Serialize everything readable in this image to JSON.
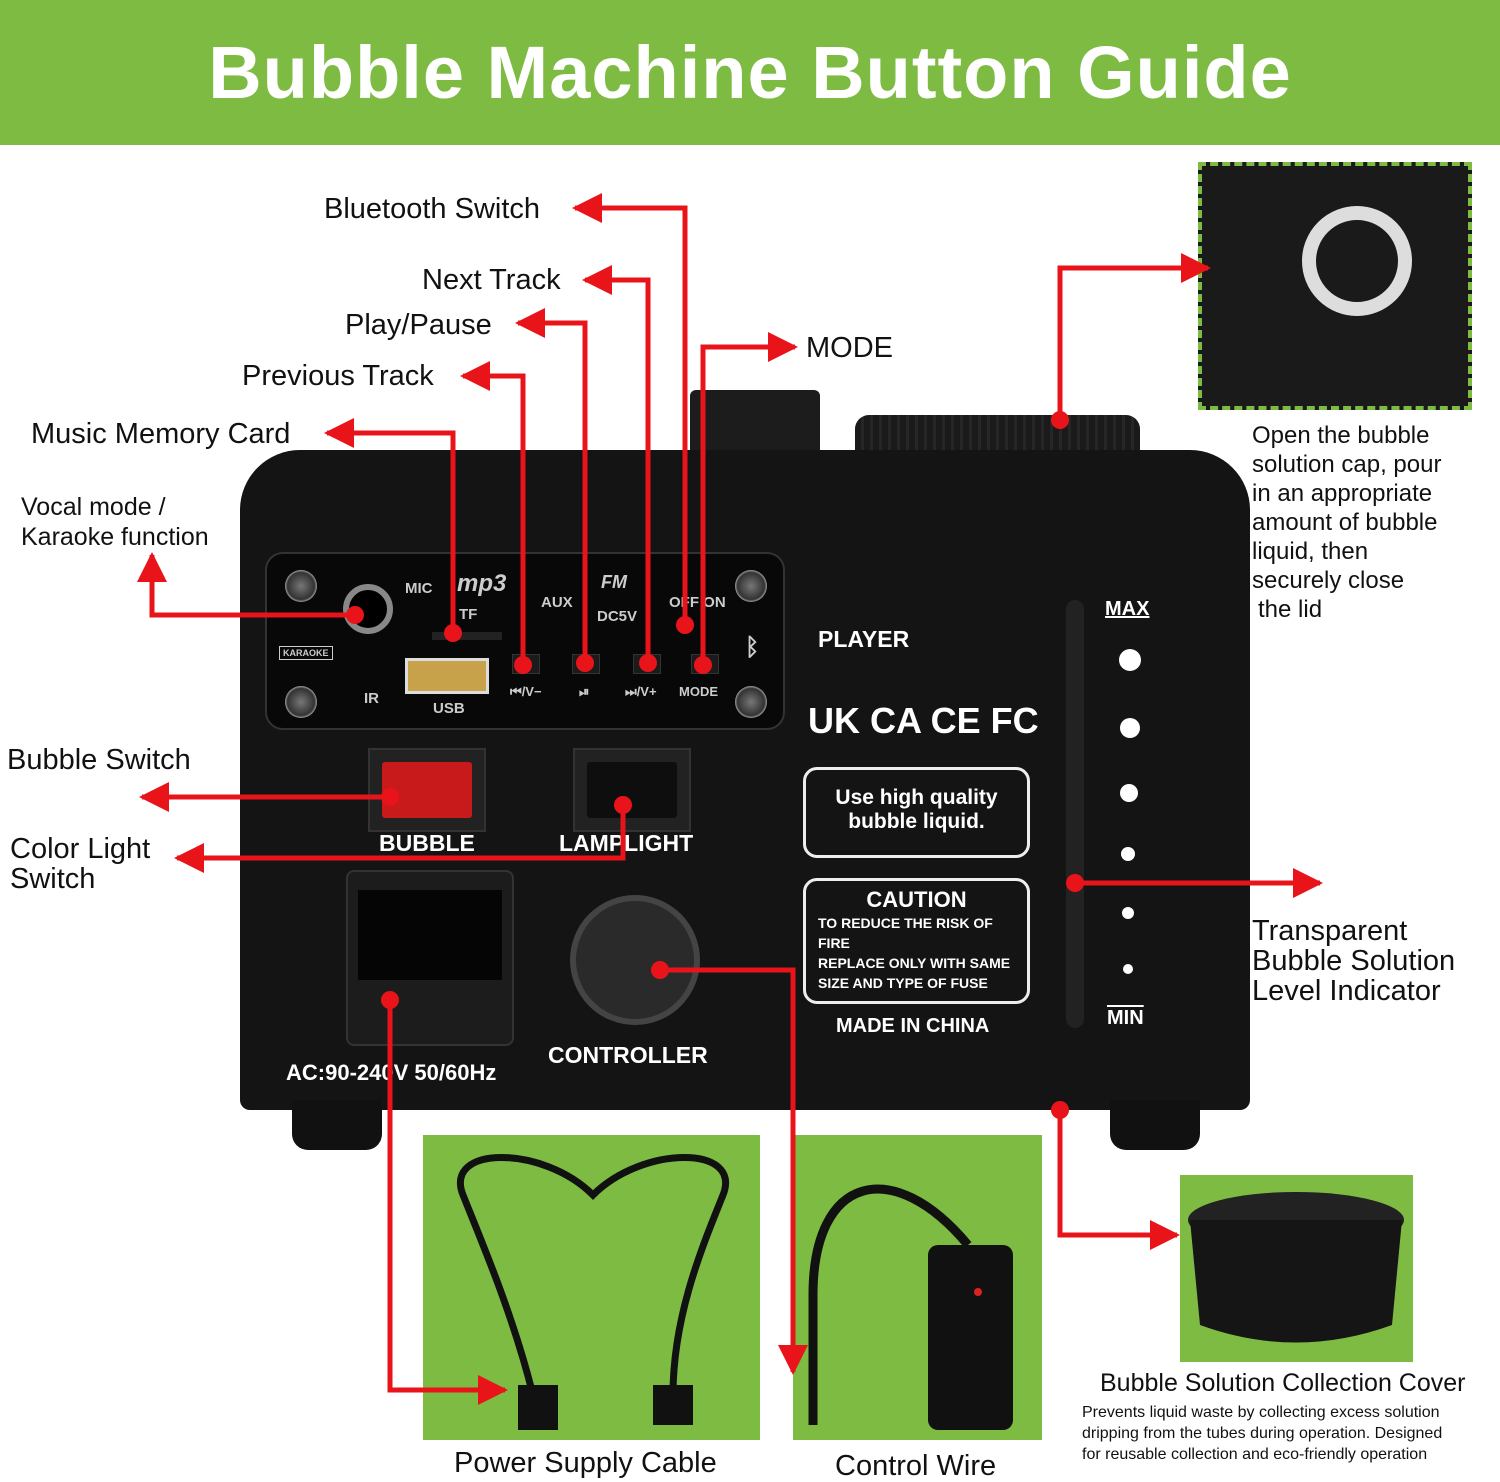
{
  "title": "Bubble Machine Button Guide",
  "callouts": {
    "bluetooth": "Bluetooth Switch",
    "next": "Next Track",
    "play": "Play/Pause",
    "prev": "Previous Track",
    "card": "Music Memory Card",
    "vocal": [
      "Vocal mode /",
      "Karaoke function"
    ],
    "mode": "MODE",
    "bubble": "Bubble Switch",
    "color": [
      "Color Light",
      "Switch"
    ],
    "cap": [
      "Open the bubble",
      "solution cap, pour",
      "in an appropriate",
      "amount of bubble",
      "liquid, then",
      "securely close",
      "the lid"
    ],
    "level": [
      "Transparent",
      "Bubble Solution",
      "Level Indicator"
    ],
    "cover_title": "Bubble Solution Collection Cover",
    "cover_desc": [
      "Prevents liquid waste by collecting excess solution",
      "dripping from the tubes during operation.  Designed",
      "for reusable collection and eco-friendly operation"
    ],
    "power": "Power Supply Cable",
    "wire": "Control Wire"
  },
  "machine": {
    "mic": "MIC",
    "mp3": "mp3",
    "tf": "TF",
    "aux": "AUX",
    "fm": "FM",
    "dc": "DC5V",
    "offon": "OFF ON",
    "ir": "IR",
    "usb": "USB",
    "karaoke": "KARAOKE",
    "b_prev": "⏮/V−",
    "b_play": "⏯",
    "b_next": "⏭/V+",
    "b_mode": "MODE",
    "bt": "ᛒ",
    "player": "PLAYER",
    "certs": "UK CA CE FC",
    "notice": [
      "Use high quality",
      "bubble liquid."
    ],
    "caution": "CAUTION",
    "caution_lines": [
      "TO REDUCE THE RISK OF",
      "FIRE",
      "REPLACE ONLY WITH  SAME",
      "SIZE AND TYPE OF FUSE"
    ],
    "made": "MADE IN CHINA",
    "max": "MAX",
    "min": "MIN",
    "bubble": "BUBBLE",
    "lamp": "LAMPLIGHT",
    "ac": "AC:90-240V  50/60Hz",
    "controller": "CONTROLLER"
  },
  "colors": {
    "accent": "#7dbb42",
    "arrow": "#e8141a"
  }
}
